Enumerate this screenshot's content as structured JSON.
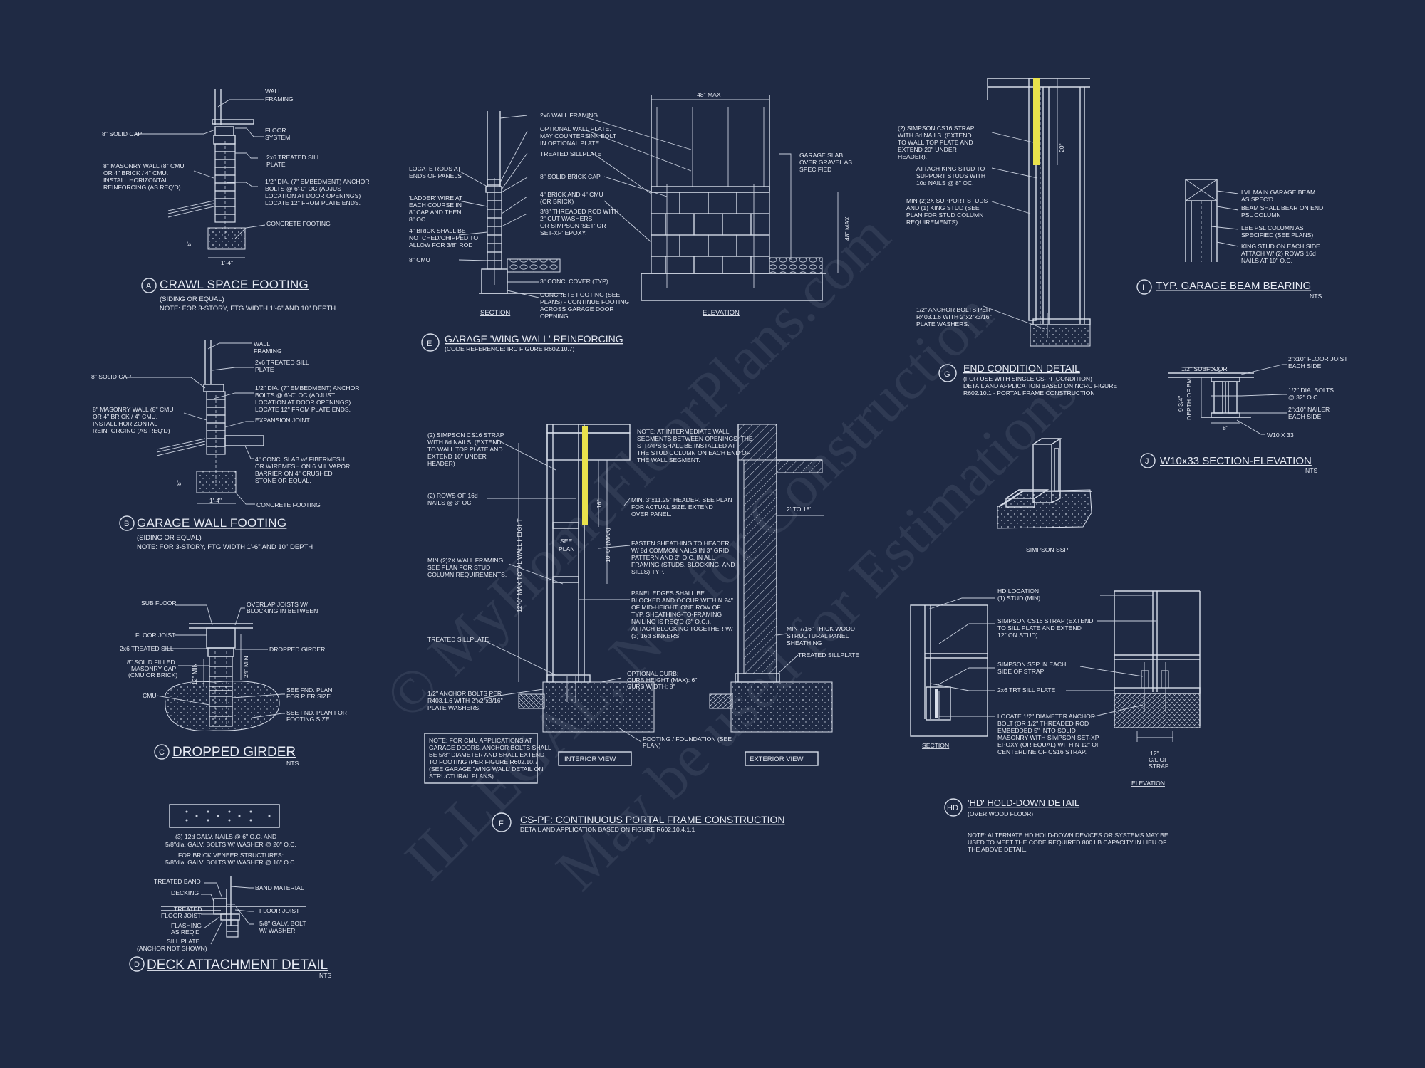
{
  "sheet": {
    "background": "#1f2a44",
    "line_color": "#d8deea",
    "highlight_color": "#e9e24c",
    "watermark": [
      "© MyHomeFloorPlans.com",
      "ILLEGAL, Not for Construction",
      "May be used for Estimations"
    ]
  },
  "details": {
    "A": {
      "tag": "A",
      "title": "CRAWL SPACE FOOTING",
      "sub1": "(SIDING OR EQUAL)",
      "sub2": "NOTE: FOR 3-STORY, FTG WIDTH 1'-6\" AND 10\" DEPTH",
      "notes": [
        "WALL",
        "FRAMING",
        "8\" SOLID CAP",
        "FLOOR",
        "SYSTEM",
        "2x6 TREATED SILL",
        "PLATE",
        "8\" MASONRY WALL (8\" CMU",
        "OR 4\" BRICK / 4\" CMU.",
        "INSTALL HORIZONTAL",
        "REINFORCING (AS REQ'D)",
        "1/2\" DIA. (7\" EMBEDMENT) ANCHOR",
        "BOLTS @ 6'-0\" OC (ADJUST",
        "LOCATION AT DOOR OPENINGS)",
        "LOCATE 12\" FROM PLATE ENDS.",
        "CONCRETE FOOTING",
        "1'-4\"",
        "8\""
      ]
    },
    "B": {
      "tag": "B",
      "title": "GARAGE WALL FOOTING",
      "sub1": "(SIDING OR EQUAL)",
      "sub2": "NOTE: FOR 3-STORY, FTG WIDTH 1'-6\" AND 10\" DEPTH",
      "notes": [
        "WALL",
        "FRAMING",
        "8\" SOLID CAP",
        "2x6 TREATED SILL",
        "PLATE",
        "8\" MASONRY WALL (8\" CMU",
        "OR 4\" BRICK / 4\" CMU.",
        "INSTALL HORIZONTAL",
        "REINFORCING (AS REQ'D)",
        "1/2\" DIA. (7\" EMBEDMENT) ANCHOR",
        "BOLTS @ 6'-0\" OC (ADJUST",
        "LOCATION AT DOOR OPENINGS)",
        "LOCATE 12\" FROM PLATE ENDS.",
        "EXPANSION JOINT",
        "4\" CONC. SLAB w/ FIBERMESH",
        "OR WIREMESH ON 6 MIL VAPOR",
        "BARRIER ON 4\" CRUSHED",
        "STONE OR EQUAL.",
        "CONCRETE FOOTING",
        "1'-4\"",
        "8\""
      ]
    },
    "C": {
      "tag": "C",
      "title": "DROPPED GIRDER",
      "nts": "NTS",
      "notes": [
        "SUB FLOOR",
        "OVERLAP JOISTS W/",
        "BLOCKING IN BETWEEN",
        "FLOOR JOIST",
        "2x6 TREATED SILL",
        "DROPPED GIRDER",
        "8\" SOLID FILLED",
        "MASONRY CAP",
        "(CMU OR BRICK)",
        "CMU",
        "SEE FND. PLAN",
        "FOR PIER SIZE",
        "SEE FND. PLAN FOR",
        "FOOTING SIZE",
        "24\" MIN",
        "12\" MIN"
      ]
    },
    "D": {
      "tag": "D",
      "title": "DECK ATTACHMENT DETAIL",
      "nts": "NTS",
      "notes": [
        "(3) 12d GALV. NAILS @ 6\" O.C. AND",
        "5/8\"dia. GALV. BOLTS W/ WASHER @ 20\" O.C.",
        "FOR BRICK VENEER STRUCTURES:",
        "5/8\"dia. GALV. BOLTS W/ WASHER @ 16\" O.C.",
        "TREATED BAND",
        "BAND MATERIAL",
        "DECKING",
        "TREATED",
        "FLOOR JOIST",
        "FLOOR JOIST",
        "FLASHING",
        "AS REQ'D",
        "5/8\" GALV. BOLT",
        "W/ WASHER",
        "SILL PLATE",
        "(ANCHOR NOT SHOWN)"
      ]
    },
    "E": {
      "tag": "E",
      "title": "GARAGE 'WING WALL' REINFORCING",
      "sub1": "(CODE REFERENCE: IRC FIGURE R602.10.7)",
      "section_label": "SECTION",
      "elevation_label": "ELEVATION",
      "notes": [
        "2x6 WALL FRAMING",
        "OPTIONAL WALL PLATE.",
        "MAY COUNTERSINK BOLT",
        "IN OPTIONAL PLATE.",
        "TREATED SILLPLATE",
        "LOCATE RODS AT",
        "ENDS OF PANELS",
        "8\" SOLID BRICK CAP",
        "'LADDER' WIRE AT",
        "EACH COURSE IN",
        "8\" CAP AND THEN",
        "8\" OC",
        "4\" BRICK AND 4\" CMU",
        "(OR BRICK)",
        "3/8\" THREADED ROD WITH",
        "2\" CUT WASHERS",
        "OR SIMPSON 'SET' OR",
        "SET-XP' EPOXY.",
        "4\" BRICK SHALL BE",
        "NOTCHED/CHIPPED TO",
        "ALLOW FOR 3/8\" ROD",
        "8\" CMU",
        "3\" CONC. COVER (TYP)",
        "CONCRETE FOOTING (SEE",
        "PLANS) - CONTINUE FOOTING",
        "ACROSS GARAGE DOOR",
        "OPENING",
        "48\" MAX",
        "48\" MAX",
        "GARAGE SLAB",
        "OVER GRAVEL AS",
        "SPECIFIED"
      ]
    },
    "F": {
      "tag": "F",
      "title": "CS-PF: CONTINUOUS PORTAL FRAME CONSTRUCTION",
      "sub1": "DETAIL AND APPLICATION BASED ON FIGURE R602.10.4.1.1",
      "interior_label": "INTERIOR VIEW",
      "exterior_label": "EXTERIOR VIEW",
      "notes": [
        "(2) SIMPSON CS16 STRAP",
        "WITH 8d NAILS. (EXTEND",
        "TO WALL TOP PLATE AND",
        "EXTEND 16\" UNDER",
        "HEADER)",
        "(2) ROWS OF 16d",
        "NAILS @ 3\" OC",
        "MIN (2)2X WALL FRAMING.",
        "SEE PLAN FOR STUD",
        "COLUMN REQUIREMENTS.",
        "TREATED SILLPLATE",
        "1/2\" ANCHOR BOLTS PER",
        "R403.1.6 WITH 2\"x2\"x3/16\"",
        "PLATE WASHERS.",
        "NOTE: AT INTERMEDIATE WALL",
        "SEGMENTS BETWEEN OPENINGS, THE",
        "STRAPS SHALL BE INSTALLED AT",
        "THE STUD COLUMN ON EACH END OF",
        "THE WALL SEGMENT.",
        "MIN. 3\"x11.25\" HEADER. SEE PLAN",
        "FOR ACTUAL SIZE. EXTEND",
        "OVER PANEL.",
        "FASTEN SHEATHING TO HEADER",
        "W/ 8d COMMON NAILS IN 3\" GRID",
        "PATTERN AND 3\" O.C. IN ALL",
        "FRAMING (STUDS, BLOCKING, AND",
        "SILLS) TYP.",
        "PANEL EDGES SHALL BE",
        "BLOCKED AND OCCUR WITHIN 24\"",
        "OF MID-HEIGHT. ONE ROW OF",
        "TYP. SHEATHING-TO-FRAMING",
        "NAILING IS REQ'D (3\" O.C.).",
        "ATTACH BLOCKING TOGETHER W/",
        "(3) 16d SINKERS.",
        "OPTIONAL CURB:",
        "CURB HEIGHT (MAX): 6\"",
        "CURB WIDTH: 8\"",
        "FOOTING / FOUNDATION (SEE",
        "PLAN)",
        "MIN 7/16\" THICK WOOD",
        "STRUCTURAL PANEL",
        "SHEATHING",
        "TREATED SILLPLATE",
        "2' TO 18'",
        "SEE",
        "PLAN",
        "16\"",
        "12'-0\" MAX TOTAL WALL HEIGHT",
        "10'-0\" (MAX)",
        "NOTE: FOR CMU APPLICATIONS AT",
        "GARAGE DOORS, ANCHOR BOLTS SHALL",
        "BE 5/8\" DIAMETER AND SHALL EXTEND",
        "TO FOOTING (PER FIGURE R602.10.7",
        "(SEE GARAGE 'WING WALL' DETAIL ON",
        "STRUCTURAL PLANS)"
      ]
    },
    "G": {
      "tag": "G",
      "title": "END CONDITION DETAIL",
      "sub1": "(FOR USE WITH SINGLE CS-PF CONDITION)",
      "sub2": "DETAIL AND APPLICATION BASED ON NCRC FIGURE",
      "sub3": "R602.10.1 - PORTAL FRAME CONSTRUCTION",
      "notes": [
        "(2) SIMPSON CS16 STRAP",
        "WITH 8d NAILS. (EXTEND",
        "TO WALL TOP PLATE AND",
        "EXTEND 20\" UNDER",
        "HEADER).",
        "ATTACH KING STUD TO",
        "SUPPORT STUDS WITH",
        "10d NAILS @ 8\" OC.",
        "MIN (2)2X SUPPORT STUDS",
        "AND (1) KING STUD (SEE",
        "PLAN FOR STUD COLUMN",
        "REQUIREMENTS).",
        "1/2\" ANCHOR BOLTS PER",
        "R403.1.6 WITH 2\"x2\"x3/16\"",
        "PLATE WASHERS.",
        "20\""
      ]
    },
    "HD": {
      "tag": "HD",
      "title": "'HD' HOLD-DOWN DETAIL",
      "sub1": "(OVER WOOD FLOOR)",
      "section_label": "SECTION",
      "elevation_label": "ELEVATION",
      "note": [
        "NOTE: ALTERNATE HD HOLD-DOWN DEVICES OR SYSTEMS MAY BE",
        "USED TO MEET THE CODE REQUIRED 800 LB CAPACITY IN LIEU OF",
        "THE ABOVE DETAIL."
      ],
      "notes": [
        "HD LOCATION",
        "(1) STUD (MIN)",
        "SIMPSON CS16 STRAP (EXTEND",
        "TO SILL PLATE AND EXTEND",
        "12\" ON STUD)",
        "SIMPSON SSP IN EACH",
        "SIDE OF STRAP",
        "2x6 TRT SILL PLATE",
        "LOCATE 1/2\" DIAMETER ANCHOR",
        "BOLT (OR 1/2\" THREADED ROD",
        "EMBEDDED 5\" INTO SOLID",
        "MASONRY WITH SIMPSON SET-XP",
        "EPOXY (OR EQUAL) WITHIN 12\" OF",
        "CENTERLINE OF CS16 STRAP.",
        "12\"",
        "C/L OF",
        "STRAP",
        "SIMPSON SSP"
      ]
    },
    "I": {
      "tag": "I",
      "title": "TYP. GARAGE BEAM BEARING",
      "nts": "NTS",
      "notes": [
        "LVL MAIN GARAGE BEAM",
        "AS SPEC'D",
        "BEAM SHALL BEAR ON END",
        "PSL COLUMN",
        "LBE PSL COLUMN AS",
        "SPECIFIED (SEE PLANS)",
        "KING STUD ON EACH SIDE.",
        "ATTACH W/ (2) ROWS 16d",
        "NAILS AT 10\" O.C."
      ]
    },
    "J": {
      "tag": "J",
      "title": "W10x33 SECTION-ELEVATION",
      "nts": "NTS",
      "notes": [
        "1/2\" SUBFLOOR",
        "2\"x10\" FLOOR JOIST",
        "EACH SIDE",
        "1/2\" DIA. BOLTS",
        "@ 32\" O.C.",
        "2\"x10\" NAILER",
        "EACH SIDE",
        "W10 X 33",
        "9 3/4\"",
        "DEPTH OF BM",
        "8\""
      ]
    }
  }
}
